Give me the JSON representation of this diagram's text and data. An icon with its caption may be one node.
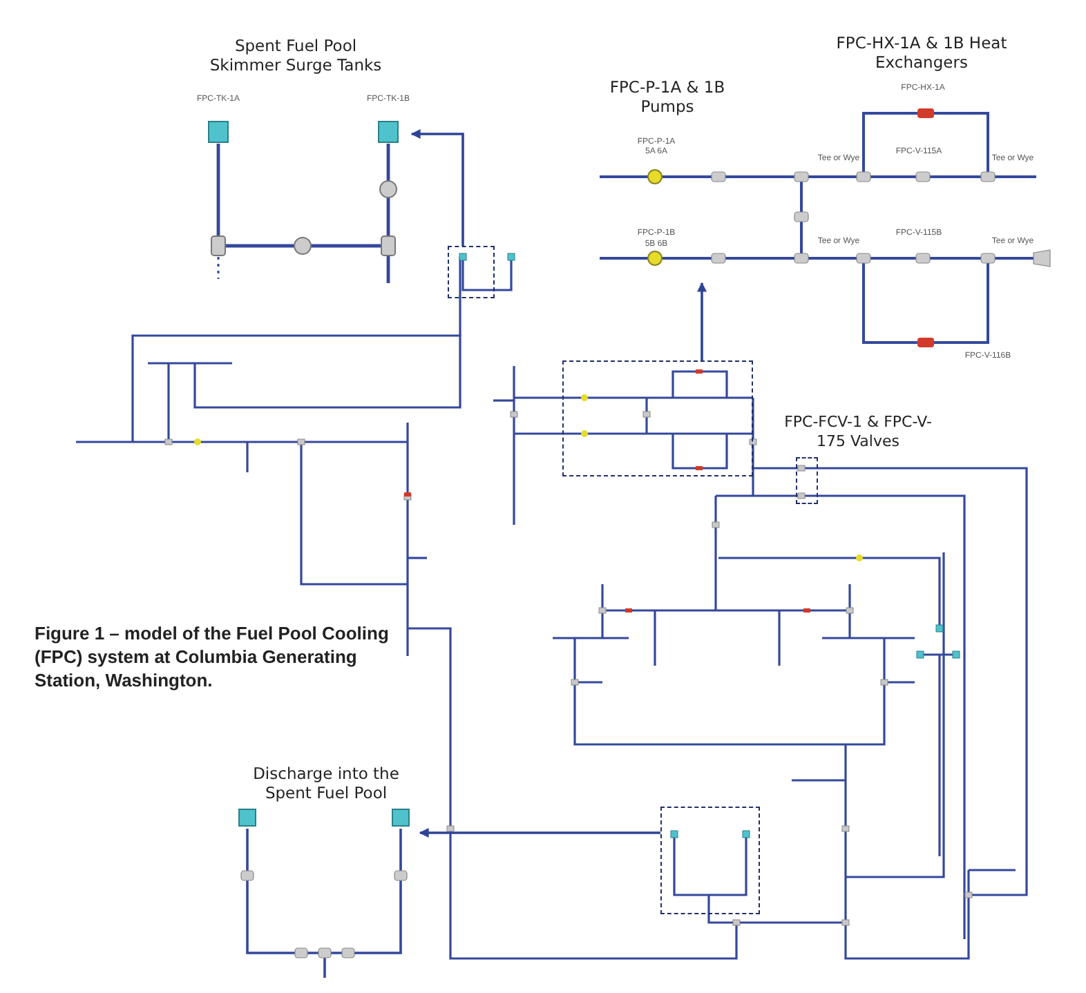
{
  "diagram": {
    "caption": "Figure 1 – model of the Fuel Pool Cooling (FPC) system at Columbia Generating Station, Washington.",
    "nodes": [
      {
        "text": [
          "Spent Fuel Pool Skimmer Surge Tanks"
        ]
      },
      {
        "text": [
          "FPC-P-1A & 1B Pumps"
        ]
      },
      {
        "text": [
          "FPC-HX-1A & 1B Heat Exchangers"
        ]
      },
      {
        "text": [],
        "shape": "box"
      },
      {
        "text": [],
        "shape": "box"
      },
      {
        "text": [],
        "shape": "box",
        "beside": [
          "FPC-FCV-1 & FPC-V-175 Valves"
        ]
      },
      {
        "text": [
          "Discharge into the Spent Fuel Pool"
        ]
      },
      {
        "text": [],
        "shape": "box"
      }
    ],
    "edges": [
      {
        "from": 3,
        "to": 0,
        "arrow": "to"
      },
      {
        "from": 4,
        "to": 1,
        "arrow": "to"
      },
      {
        "from": 7,
        "to": 6,
        "arrow": "to"
      }
    ],
    "labels": [
      "FPC-TK-1A",
      "FPC-TK-1B",
      "FPC-HX-1A",
      "FPC-P-1A",
      "5A 6A",
      "FPC-V-115A",
      "Tee or Wye",
      "Tee or Wye",
      "FPC-P-1B",
      "5B 6B",
      "FPC-V-115B",
      "Tee or Wye",
      "Tee or Wye",
      "FPC-V-116B"
    ]
  }
}
